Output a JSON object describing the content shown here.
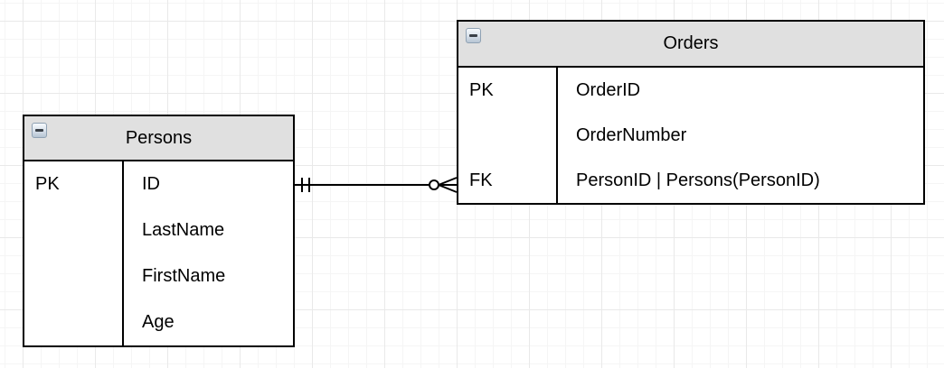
{
  "diagram": {
    "type": "entity-relationship",
    "colors": {
      "entity_border": "#000000",
      "header_fill": "#e0e0e0",
      "body_fill": "#ffffff",
      "canvas_background": "#ffffff",
      "grid_minor_line": "#f5f5f5",
      "grid_major_line": "#e9e9e9",
      "text": "#000000"
    },
    "entities": [
      {
        "name": "Persons",
        "collapse_icon": "minus-icon",
        "rows": [
          {
            "key": "PK",
            "field": "ID"
          },
          {
            "key": "",
            "field": "LastName"
          },
          {
            "key": "",
            "field": "FirstName"
          },
          {
            "key": "",
            "field": "Age"
          }
        ]
      },
      {
        "name": "Orders",
        "collapse_icon": "minus-icon",
        "rows": [
          {
            "key": "PK",
            "field": "OrderID"
          },
          {
            "key": "",
            "field": "OrderNumber"
          },
          {
            "key": "FK",
            "field": "PersonID | Persons(PersonID)"
          }
        ]
      }
    ],
    "relationship": {
      "from_entity": "Persons",
      "from_field": "ID",
      "from_cardinality": "one-and-only-one",
      "to_entity": "Orders",
      "to_field": "PersonID",
      "to_cardinality": "zero-or-many"
    }
  }
}
